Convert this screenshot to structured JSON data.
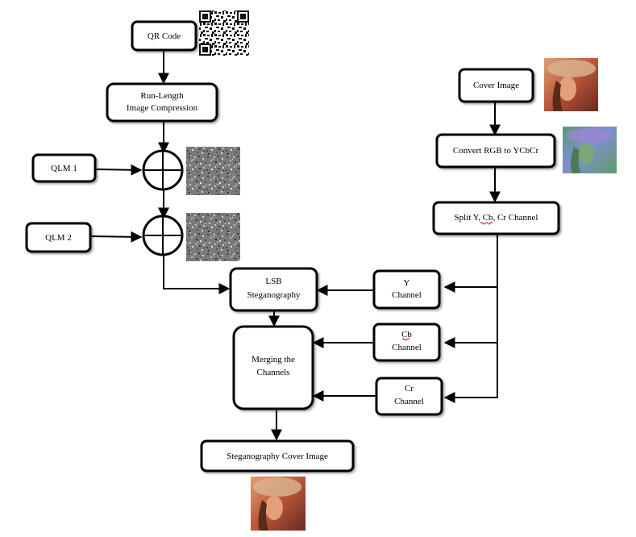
{
  "nodes": {
    "qr_code": {
      "label": "QR Code"
    },
    "rle": {
      "line1": "Run-Length",
      "line2": "Image Compression"
    },
    "qlm1": {
      "label": "QLM 1"
    },
    "qlm2": {
      "label": "QLM 2"
    },
    "lsb": {
      "line1": "LSB",
      "line2": "Steganography"
    },
    "merge": {
      "line1": "Merging the",
      "line2": "Channels"
    },
    "output": {
      "label": "Steganography Cover Image"
    },
    "cover": {
      "label": "Cover Image"
    },
    "convert": {
      "label": "Convert RGB to YCbCr"
    },
    "split": {
      "label": "Split Y, Cb, Cr Channel"
    },
    "y_channel": {
      "line1": "Y",
      "line2": "Channel"
    },
    "cb_channel": {
      "line1": "Cb",
      "line2": "Channel"
    },
    "cr_channel": {
      "line1": "Cr",
      "line2": "Channel"
    }
  },
  "colors": {
    "qr_dark": "#111111",
    "noise_base": "#7a7a7a",
    "portrait_skin": "#d98a5c",
    "portrait_hat": "#d9b08c",
    "portrait_bg": "#8c3a2a",
    "ycbcr_base": "#6a9a6a",
    "ycbcr_accent": "#8a72c8"
  },
  "icons": {
    "qr": "qr-code-thumbnail",
    "noise": "random-noise-thumbnail",
    "portrait": "portrait-thumbnail",
    "ycbcr": "ycbcr-thumbnail"
  }
}
